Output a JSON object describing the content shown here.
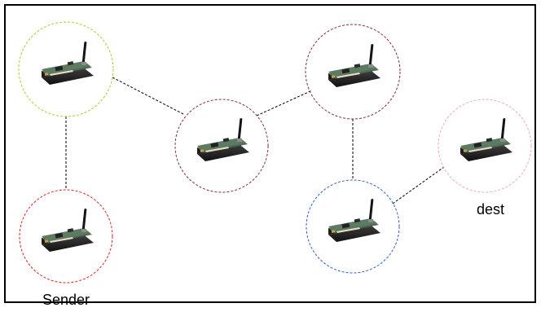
{
  "diagram": {
    "frame_color": "#000000",
    "link_color": "#000000",
    "nodes": [
      {
        "id": "n1",
        "ring_color": "#b5c92a",
        "label": ""
      },
      {
        "id": "sender",
        "ring_color": "#e02020",
        "label": "Sender"
      },
      {
        "id": "n3",
        "ring_color": "#8b2b3b",
        "label": ""
      },
      {
        "id": "n4",
        "ring_color": "#8b2b3b",
        "label": ""
      },
      {
        "id": "n5",
        "ring_color": "#2f5fc8",
        "label": ""
      },
      {
        "id": "dest",
        "ring_color": "#f0a8b8",
        "label": "dest"
      }
    ],
    "links": [
      [
        "n1",
        "sender"
      ],
      [
        "n1",
        "n3"
      ],
      [
        "n3",
        "n4"
      ],
      [
        "n4",
        "n5"
      ],
      [
        "n5",
        "dest"
      ]
    ],
    "device_icon": "sensor-mote-icon"
  }
}
